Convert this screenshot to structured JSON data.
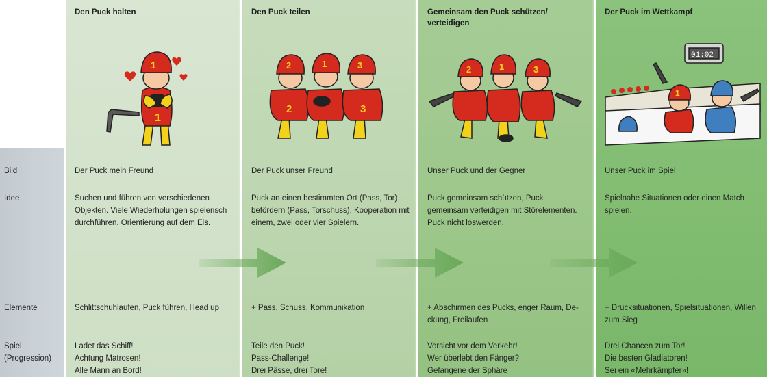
{
  "columns": [
    {
      "title": "Den Puck halten",
      "bild": "Der Puck mein Freund",
      "idee": "Suchen und führen von verschiedenen Objekten. Viele Wiederholungen spielerisch durchführen. Orientierung auf dem Eis.",
      "elemente": "Schlittschuhlaufen, Puck führen, Head up",
      "spiel": [
        "Ladet das Schiff!",
        "Achtung Matrosen!",
        "Alle Mann an Bord!"
      ]
    },
    {
      "title": "Den Puck teilen",
      "bild": "Der Puck unser Freund",
      "idee": "Puck an einen bestimmten Ort (Pass, Tor) befördern (Pass, Torschuss), Kooperation mit einem, zwei oder vier Spielern.",
      "elemente": "+ Pass, Schuss, Kommunikation",
      "spiel": [
        "Teile den Puck!",
        "Pass-Challenge!",
        "Drei Pässe, drei Tore!"
      ]
    },
    {
      "title": "Gemeinsam den Puck schützen/ verteidigen",
      "bild": "Unser Puck und der Gegner",
      "idee": "Puck gemeinsam schützen, Puck gemeinsam verteidigen mit Störelementen. Puck nicht loswerden.",
      "elemente": "+ Abschirmen des Pucks, enger Raum, De-ckung, Freilaufen",
      "spiel": [
        "Vorsicht vor dem Verkehr!",
        "Wer überlebt den Fänger?",
        "Gefangene der Sphäre"
      ]
    },
    {
      "title": "Der Puck im Wettkampf",
      "bild": "Unser Puck im Spiel",
      "idee": "Spielnahe Situationen oder einen Match spielen.",
      "elemente": "+ Drucksituationen, Spielsituationen, Willen zum Sieg",
      "spiel": [
        "Drei Chancen zum Tor!",
        "Die besten Gladiatoren!",
        "Sei ein «Mehrkämpfer»!"
      ]
    }
  ],
  "row_labels": {
    "bild": "Bild",
    "idee": "Idee",
    "elemente": "Elemente",
    "spiel": "Spiel (Progression)"
  },
  "illustrations": {
    "jersey_numbers": [
      "1",
      "2",
      "1",
      "3",
      "2",
      "1",
      "3",
      "1"
    ],
    "scoreboard": "01:02",
    "icons": [
      "player-holding-puck-icon",
      "three-players-sharing-icon",
      "players-defending-icon",
      "game-scene-icon"
    ]
  },
  "colors": {
    "column_1": "#d6e4ce",
    "column_2": "#c0d8b3",
    "column_3": "#9fc88e",
    "column_4": "#84be75",
    "arrow": "#6aa95a",
    "sidebar": "#c8cfd4",
    "jersey_red": "#d52b1e",
    "pants_yellow": "#f2d21a"
  }
}
